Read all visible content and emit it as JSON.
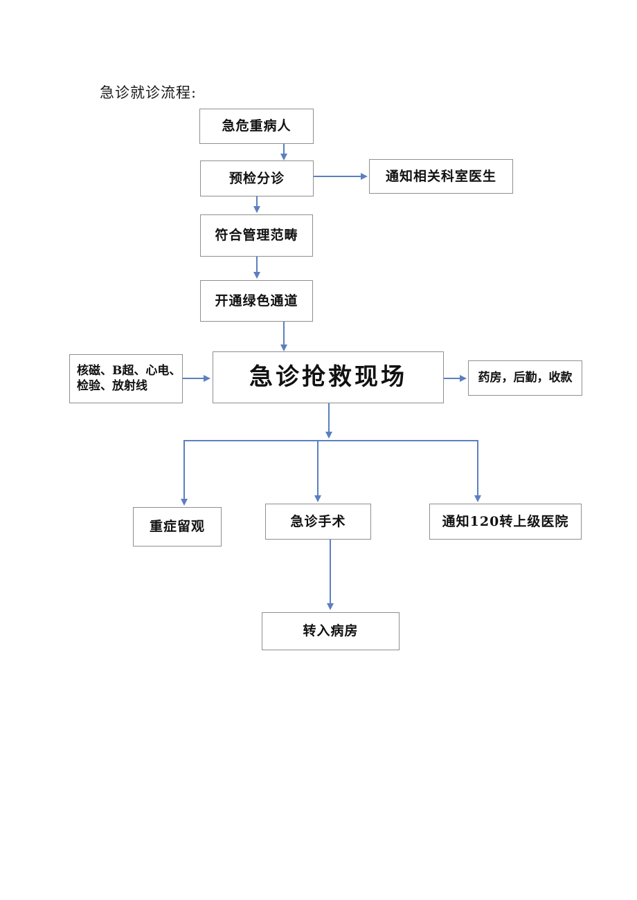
{
  "document": {
    "title": "急诊就诊流程:"
  },
  "flowchart": {
    "type": "flowchart",
    "accent_color": "#5b7fc0",
    "box_border_color": "#8e8e8e",
    "background_color": "#ffffff",
    "nodes": [
      {
        "id": "patient",
        "label": "急危重病人"
      },
      {
        "id": "triage",
        "label": "预检分诊"
      },
      {
        "id": "notify_dept",
        "label": "通知相关科室医生"
      },
      {
        "id": "scope",
        "label": "符合管理范畴"
      },
      {
        "id": "green_ch",
        "label": "开通绿色通道"
      },
      {
        "id": "exams",
        "label": "核磁、B超、心电、\n检验、放射线"
      },
      {
        "id": "rescue",
        "label": "急诊抢救现场"
      },
      {
        "id": "support",
        "label": "药房，后勤，收款"
      },
      {
        "id": "icu_obs",
        "label": "重症留观"
      },
      {
        "id": "surgery",
        "label": "急诊手术"
      },
      {
        "id": "transfer_120",
        "label": "通知120转上级医院"
      },
      {
        "id": "ward",
        "label": "转入病房"
      }
    ],
    "edges": [
      {
        "from": "patient",
        "to": "triage",
        "direction": "down"
      },
      {
        "from": "triage",
        "to": "notify_dept",
        "direction": "right"
      },
      {
        "from": "triage",
        "to": "scope",
        "direction": "down"
      },
      {
        "from": "scope",
        "to": "green_ch",
        "direction": "down"
      },
      {
        "from": "green_ch",
        "to": "rescue",
        "direction": "down"
      },
      {
        "from": "exams",
        "to": "rescue",
        "direction": "right"
      },
      {
        "from": "rescue",
        "to": "support",
        "direction": "right"
      },
      {
        "from": "rescue",
        "to": "icu_obs",
        "direction": "down-branch"
      },
      {
        "from": "rescue",
        "to": "surgery",
        "direction": "down-branch"
      },
      {
        "from": "rescue",
        "to": "transfer_120",
        "direction": "down-branch"
      },
      {
        "from": "surgery",
        "to": "ward",
        "direction": "down"
      }
    ]
  }
}
